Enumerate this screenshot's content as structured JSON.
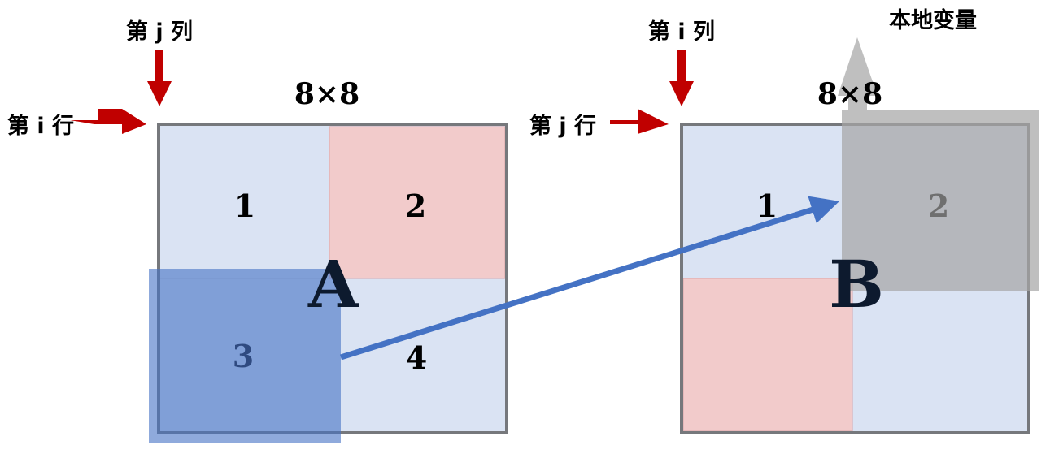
{
  "colors": {
    "block_blue": "#dae3f3",
    "block_red": "#f2cbcb",
    "border": "#76787c",
    "pointer_arrow": "#c00000",
    "transfer_arrow": "#4472c4",
    "highlight_blue": "#4472c4",
    "local_var_gray": "#a6a6a6"
  },
  "matrix_a": {
    "name": "A",
    "size_label": "8×8",
    "col_label": "第 j 列",
    "row_label": "第 i 行",
    "blocks": [
      "1",
      "2",
      "3",
      "4"
    ]
  },
  "matrix_b": {
    "name": "B",
    "size_label": "8×8",
    "col_label": "第 i 列",
    "row_label": "第 j 行",
    "blocks": [
      "1",
      "2"
    ],
    "local_var_label": "本地变量"
  }
}
